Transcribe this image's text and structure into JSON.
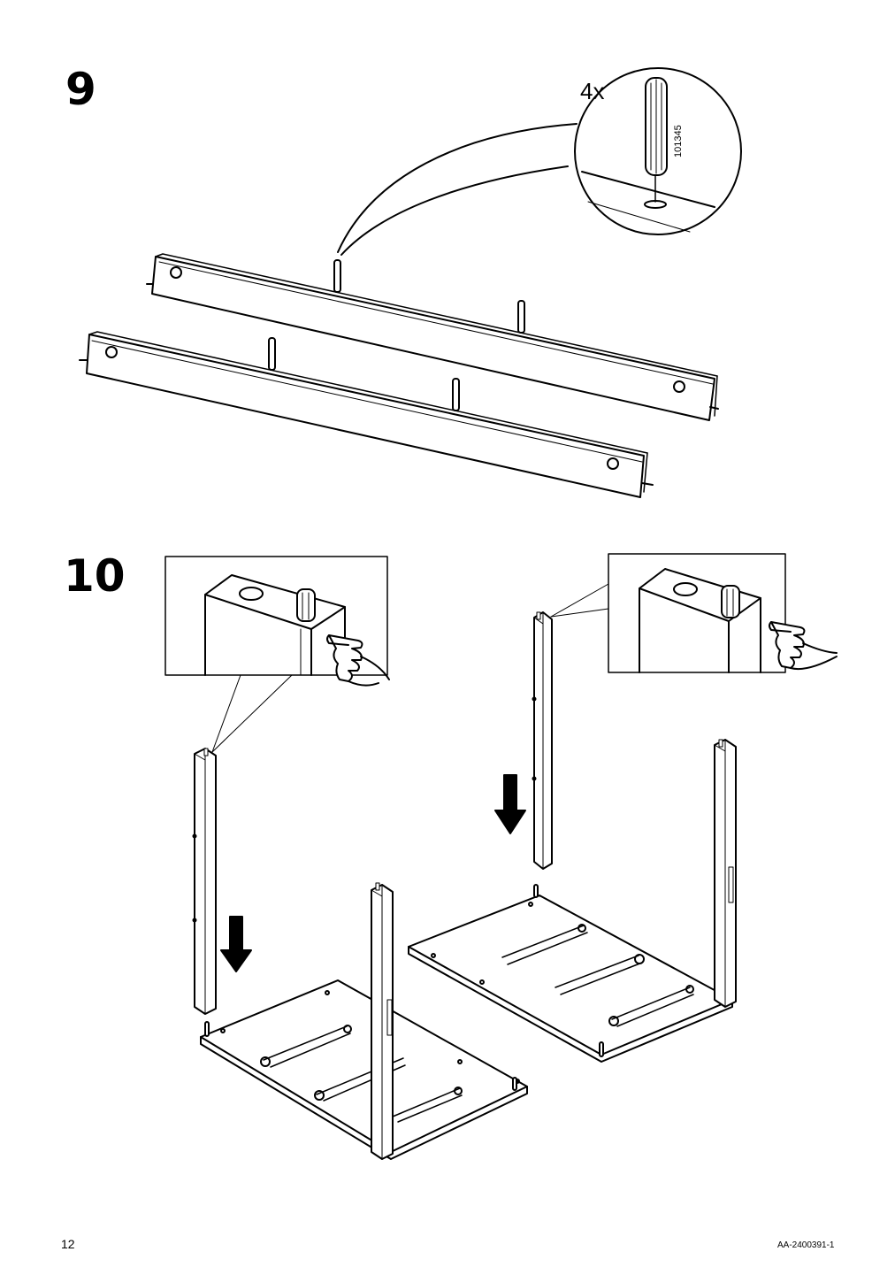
{
  "steps": [
    {
      "number": "9",
      "quantity_label": "4x",
      "part_number": "101345"
    },
    {
      "number": "10"
    }
  ],
  "footer": {
    "page_number": "12",
    "document_code": "AA-2400391-1"
  },
  "icons": [
    "dowel-icon",
    "pointing-hand-icon",
    "down-arrow-icon"
  ],
  "colors": {
    "line": "#000000",
    "background": "#ffffff"
  }
}
